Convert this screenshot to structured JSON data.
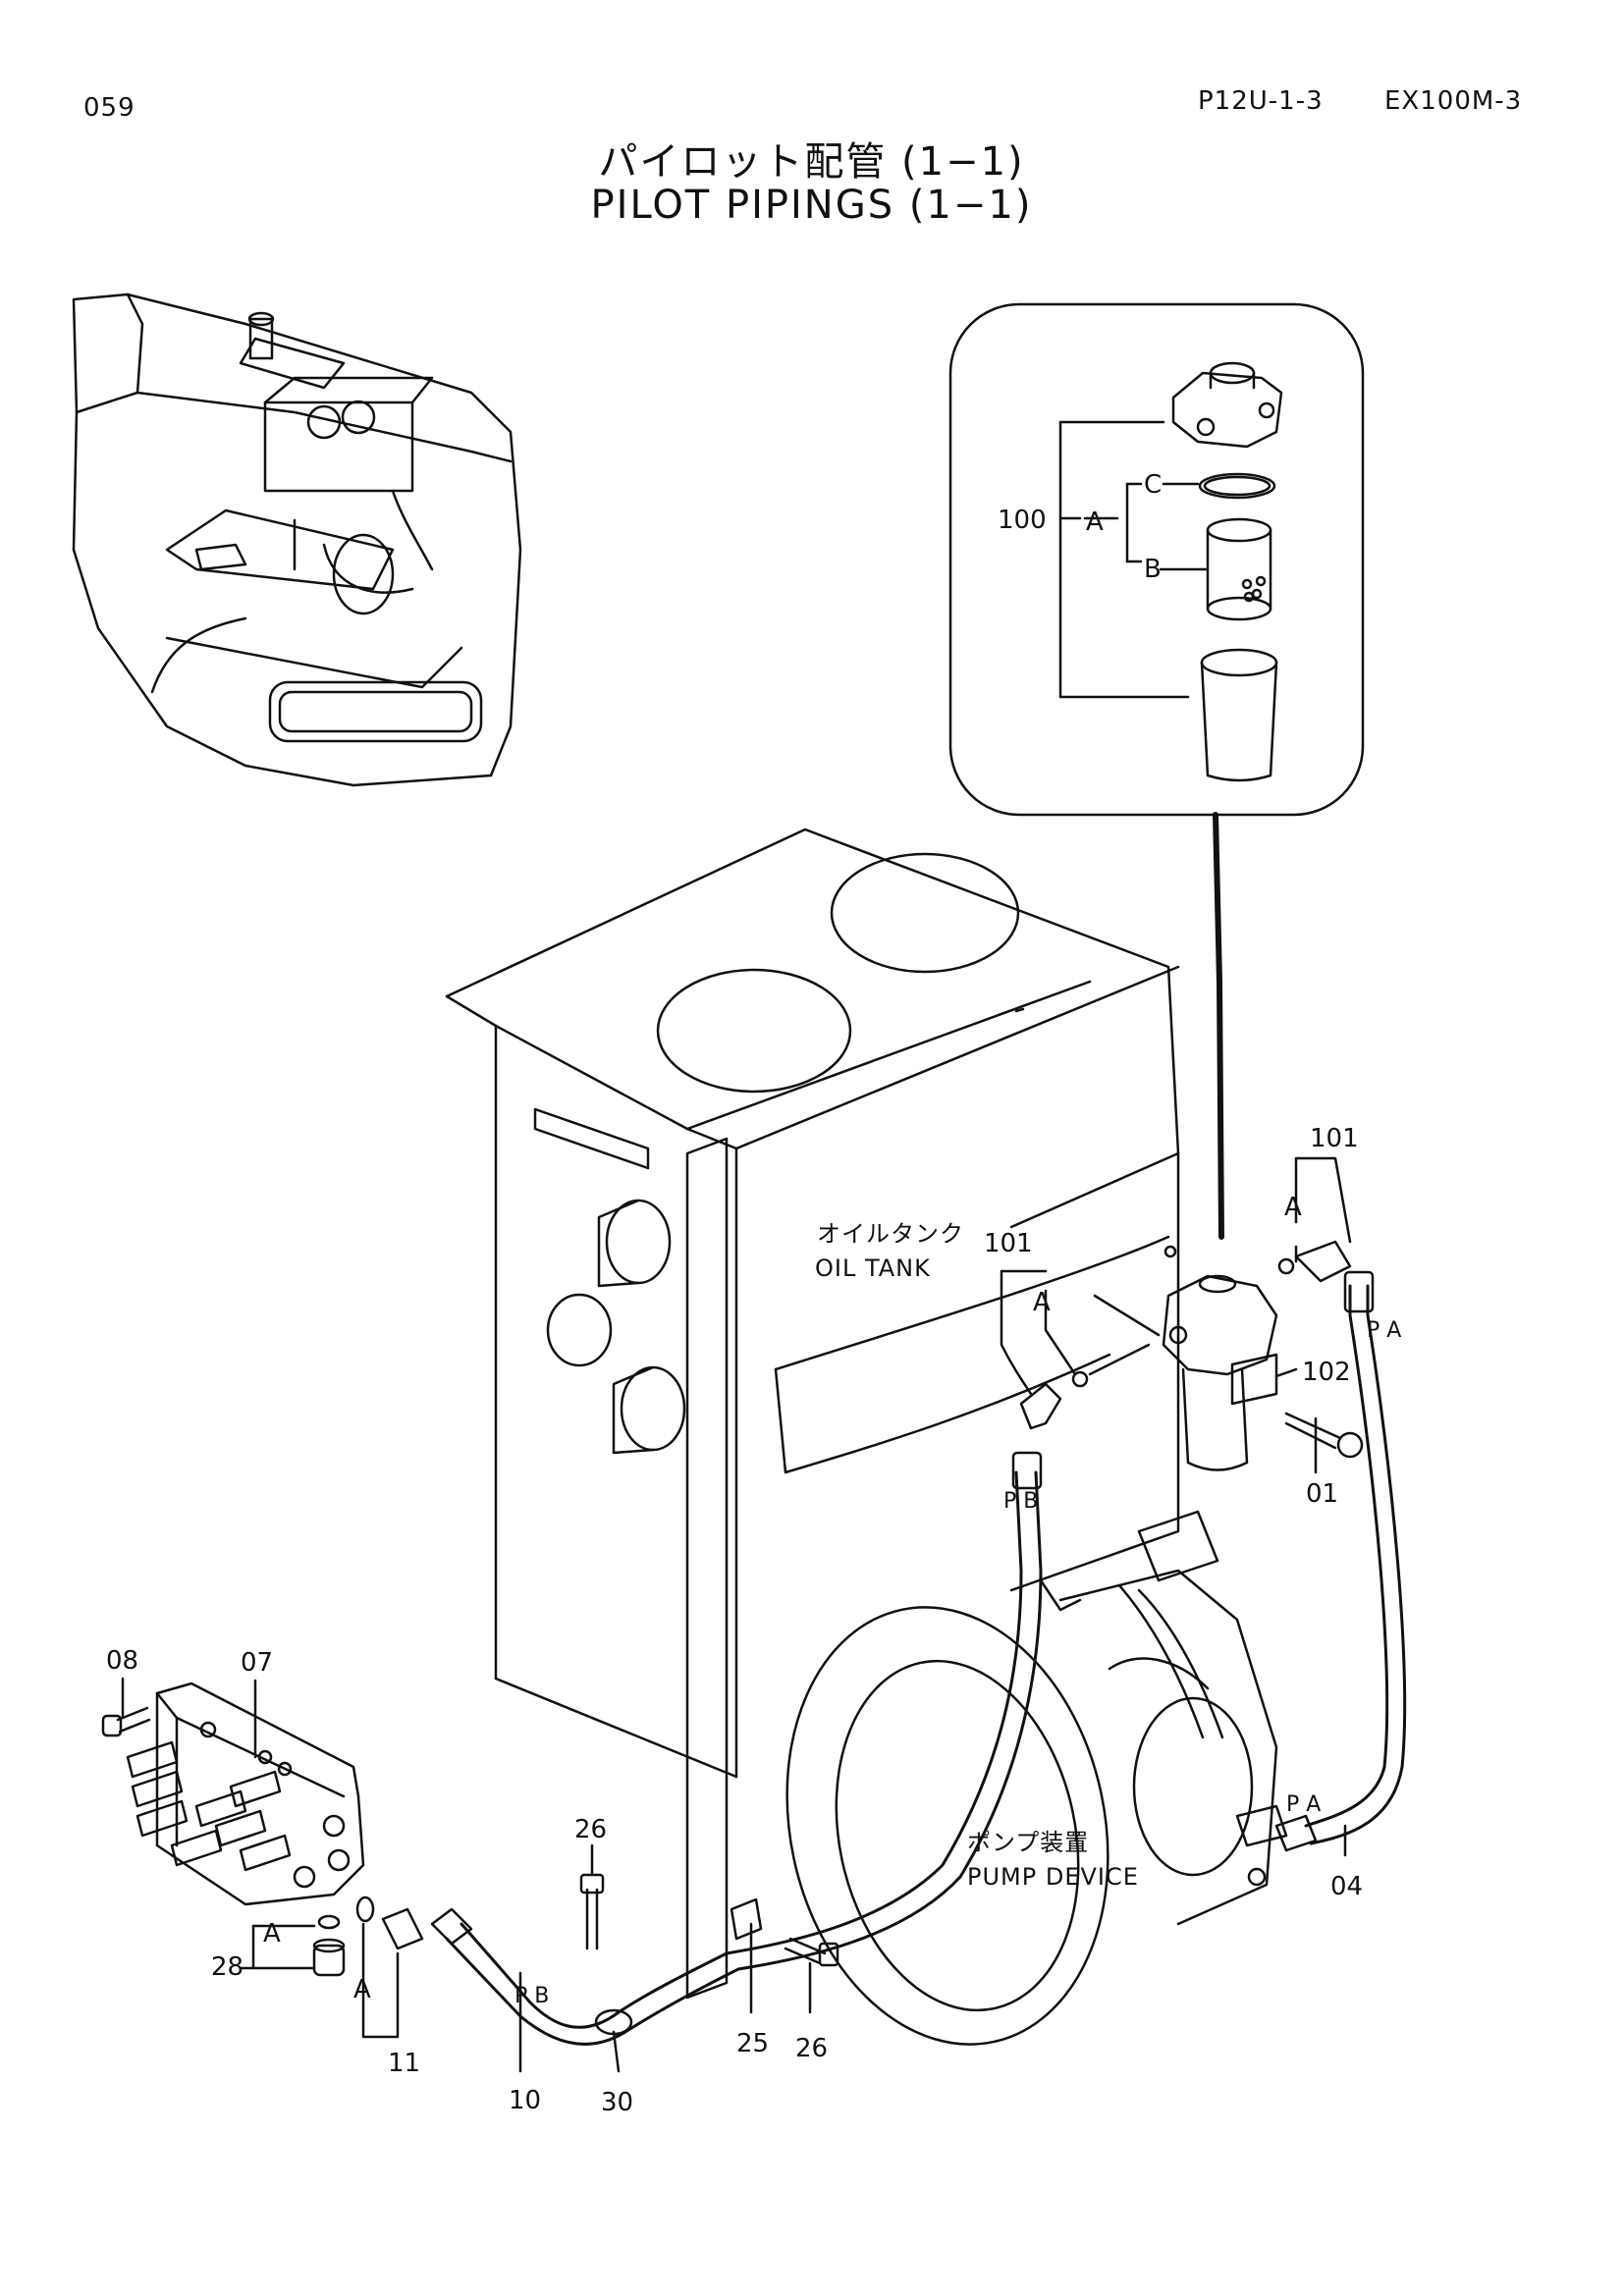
{
  "header": {
    "page_number": "059",
    "section_code": "P12U-1-3",
    "model": "EX100M-3"
  },
  "title": {
    "japanese": "パイロット配管 (1−1)",
    "english": "PILOT PIPINGS (1−1)"
  },
  "components": {
    "oil_tank_jp": "オイルタンク",
    "oil_tank_en": "OIL TANK",
    "pump_device_jp": "ポンプ装置",
    "pump_device_en": "PUMP DEVICE"
  },
  "callouts": {
    "p100": "100",
    "a": "A",
    "b": "B",
    "c": "C",
    "p101": "101",
    "p102": "102",
    "p01": "01",
    "p04": "04",
    "p07": "07",
    "p08": "08",
    "p10": "10",
    "p11": "11",
    "p25": "25",
    "p26": "26",
    "p28": "28",
    "p30": "30",
    "pa": "P A",
    "pb": "P B"
  },
  "colors": {
    "line": "#111111",
    "background": "#ffffff"
  }
}
